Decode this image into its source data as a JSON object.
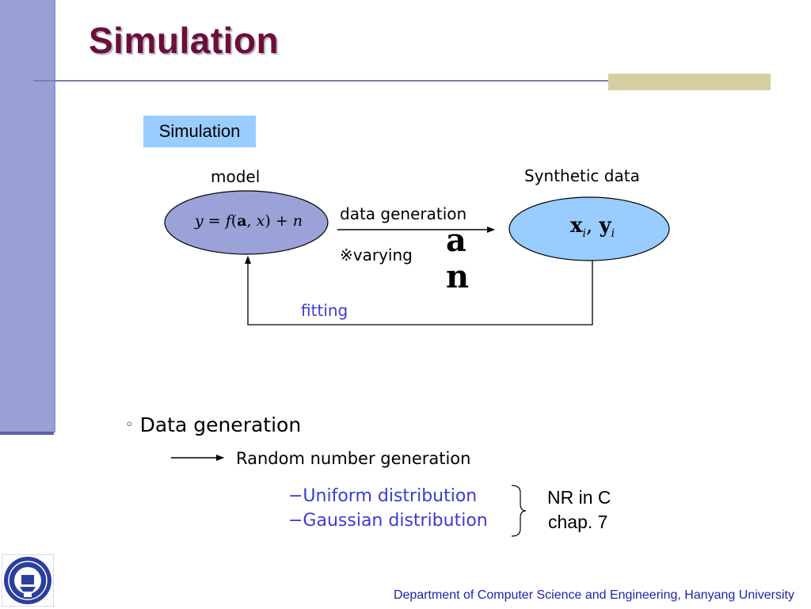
{
  "slide": {
    "title": "Simulation",
    "section_badge": "Simulation",
    "footer": "Department of Computer Science and Engineering, Hanyang University"
  },
  "diagram": {
    "model_label": "model",
    "model_equation": {
      "y": "y",
      "eq": "=",
      "f": "f",
      "open": "(",
      "a": "a",
      "comma": ",",
      "x": "x",
      "close": ")",
      "plus": "+",
      "n": "n"
    },
    "synthetic_label": "Synthetic data",
    "synthetic_expr": {
      "x": "x",
      "i1": "i",
      "sep": ",",
      "y": "y",
      "i2": "i"
    },
    "arrow_label": "data generation",
    "varying_label": "※varying",
    "varying_symbols": [
      "a",
      "n"
    ],
    "fitting_label": "fitting"
  },
  "content": {
    "bullet_marker": "◦",
    "bullet_text": "Data generation",
    "arrow_text": "Random number generation",
    "distributions": [
      "−Uniform distribution",
      "−Gaussian distribution"
    ],
    "reference_lines": [
      "NR in C",
      "chap. 7"
    ]
  },
  "colors": {
    "title": "#6b0f3a",
    "sidebar": "#98a0d6",
    "model_fill": "#9aa2d8",
    "synthetic_fill": "#99ccff",
    "badge_fill": "#99ccff",
    "accent_bar": "#d4cfa3",
    "blue_text": "#3b3bd6"
  },
  "icons": {
    "logo": "university-seal-icon"
  }
}
